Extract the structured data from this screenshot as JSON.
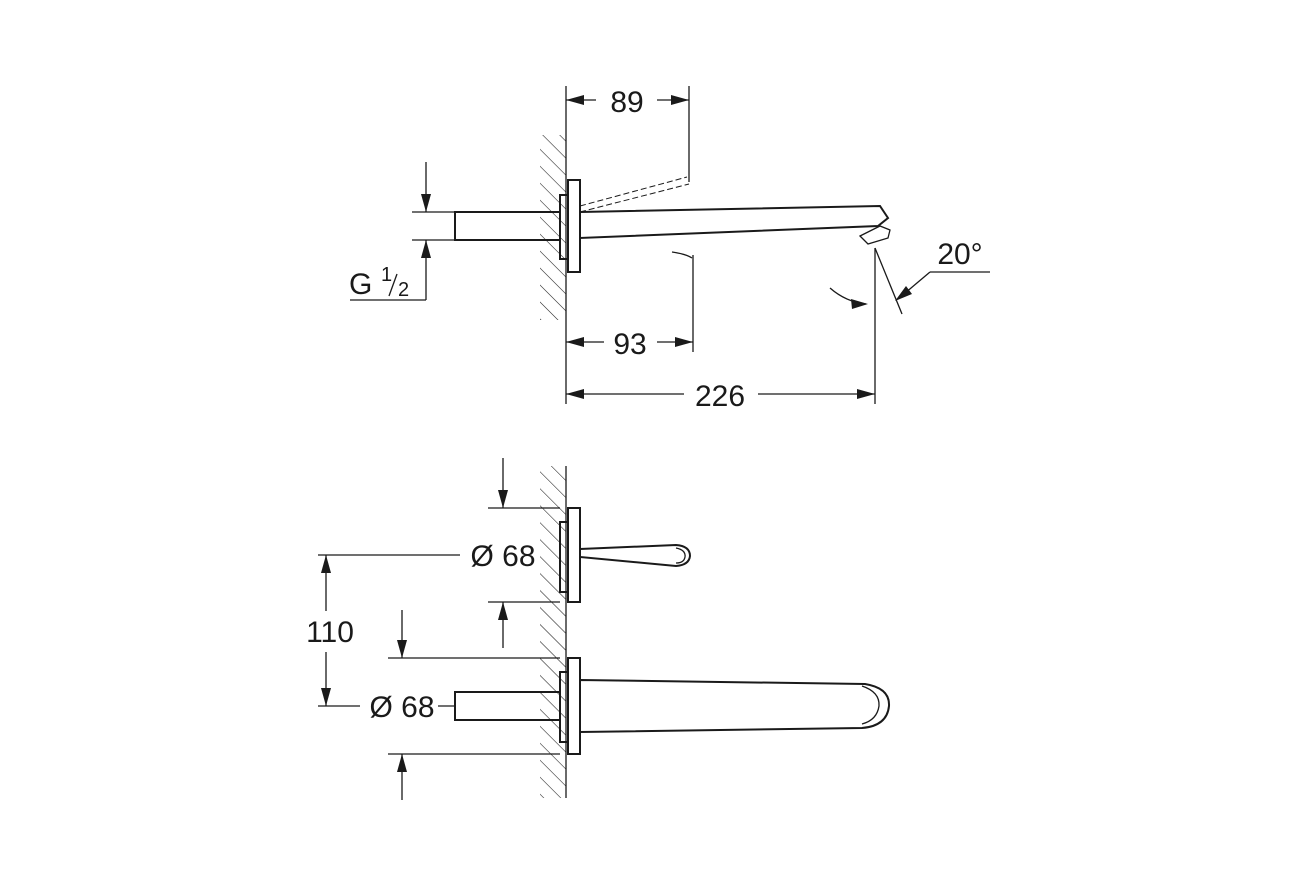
{
  "side_view": {
    "dim_top": "89",
    "dim_mid": "93",
    "dim_total": "226",
    "angle": "20°",
    "thread_letter": "G",
    "thread_numerator": "1",
    "thread_denominator": "2"
  },
  "front_view": {
    "dia_upper": "Ø 68",
    "dia_lower": "Ø 68",
    "spacing": "110"
  }
}
